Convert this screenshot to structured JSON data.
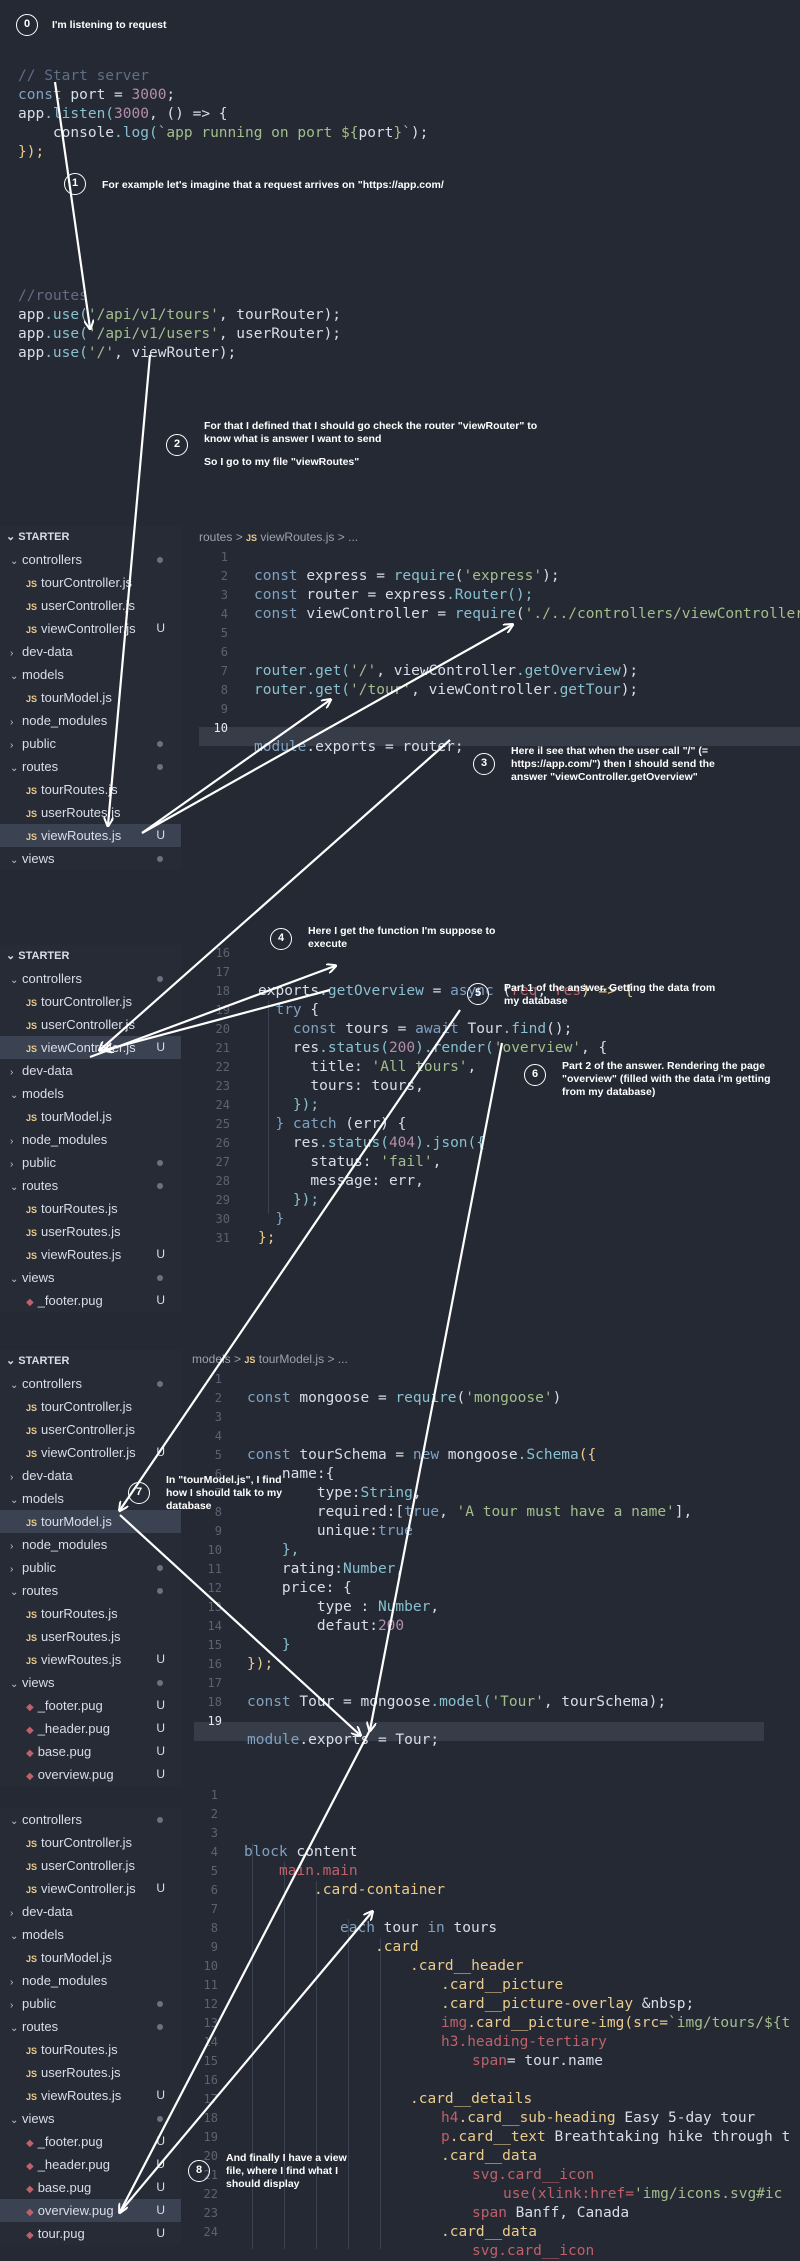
{
  "steps": [
    {
      "n": "0",
      "text": "I'm listening to request"
    },
    {
      "n": "1",
      "text": "For example let's imagine that a request arrives on \"https://app.com/"
    },
    {
      "n": "2",
      "text": "For that I defined that I should go check the router \"viewRouter\" to know what is answer I want to send",
      "text2": "So I go to my file \"viewRoutes\""
    },
    {
      "n": "3",
      "text": "Here il see that when the user call \"/\" (= https://app.com/\") then I should send the answer \"viewController.getOverview\""
    },
    {
      "n": "4",
      "text": "Here I get the function I'm suppose to execute"
    },
    {
      "n": "5",
      "text": "Part 1 of the answer. Getting the data from my database"
    },
    {
      "n": "6",
      "text": "Part 2 of the answer. Rendering the page \"overview\" (filled with the data i'm getting from my database)"
    },
    {
      "n": "7",
      "text": "In \"tourModel.js\", I find how I should talk to my database"
    },
    {
      "n": "8",
      "text": "And finally I have a view file, where I find what I should display"
    }
  ],
  "server_code": {
    "comment": "// Start server",
    "l2a": "const",
    "l2b": " port = ",
    "l2c": "3000",
    "l2d": ";",
    "l3a": "app",
    "l3b": ".listen(",
    "l3c": "3000",
    "l3d": ", () => {",
    "l4a": "    console",
    "l4b": ".log(",
    "l4c": "`app running on port ${",
    "l4d": "port",
    "l4e": "}`",
    "l4f": ");",
    "l5": "});"
  },
  "routes_code": {
    "comment": "//routes",
    "r1a": "app",
    "r1b": ".use(",
    "r1c": "'/api/v1/tours'",
    "r1d": ", tourRouter);",
    "r2a": "app",
    "r2b": ".use(",
    "r2c": "'/api/v1/users'",
    "r2d": ", userRouter);",
    "r3a": "app",
    "r3b": ".use(",
    "r3c": "'/'",
    "r3d": ", viewRouter);"
  },
  "explorer_title": "STARTER",
  "u_marker": "U",
  "explorer1": [
    "controllers",
    "tourController.js",
    "userController.js",
    "viewController.js",
    "dev-data",
    "models",
    "tourModel.js",
    "node_modules",
    "public",
    "routes",
    "tourRoutes.js",
    "userRoutes.js",
    "viewRoutes.js",
    "views"
  ],
  "explorer2": [
    "controllers",
    "tourController.js",
    "userController.js",
    "viewController.js",
    "dev-data",
    "models",
    "tourModel.js",
    "node_modules",
    "public",
    "routes",
    "tourRoutes.js",
    "userRoutes.js",
    "viewRoutes.js",
    "views",
    "_footer.pug"
  ],
  "explorer3": [
    "controllers",
    "tourController.js",
    "userController.js",
    "viewController.js",
    "dev-data",
    "models",
    "tourModel.js",
    "node_modules",
    "public",
    "routes",
    "tourRoutes.js",
    "userRoutes.js",
    "viewRoutes.js",
    "views",
    "_footer.pug",
    "_header.pug",
    "base.pug",
    "overview.pug"
  ],
  "explorer4": [
    "controllers",
    "tourController.js",
    "userController.js",
    "viewController.js",
    "dev-data",
    "models",
    "tourModel.js",
    "node_modules",
    "public",
    "routes",
    "tourRoutes.js",
    "userRoutes.js",
    "viewRoutes.js",
    "views",
    "_footer.pug",
    "_header.pug",
    "base.pug",
    "overview.pug",
    "tour.pug"
  ],
  "crumb1": {
    "a": "routes",
    "b": "viewRoutes.js",
    "c": "..."
  },
  "crumb3": {
    "a": "models",
    "b": "tourModel.js",
    "c": "..."
  },
  "viewroutes_lines": [
    "1",
    "2",
    "3",
    "4",
    "5",
    "6",
    "7",
    "8",
    "9",
    "10"
  ],
  "viewroutes": {
    "l1a": "const",
    "l1b": " express = ",
    "l1c": "require",
    "l1d": "(",
    "l1e": "'express'",
    "l1f": ");",
    "l2a": "const",
    "l2b": " router = ",
    "l2c": "express",
    "l2d": ".Router();",
    "l3a": "const",
    "l3b": " viewController = ",
    "l3c": "require",
    "l3d": "(",
    "l3e": "'./../controllers/viewController'",
    "l3f": ");",
    "l6a": "router",
    "l6b": ".get(",
    "l6c": "'/'",
    "l6d": ", viewController",
    "l6e": ".getOverview",
    "l6f": ");",
    "l7a": "router",
    "l7b": ".get(",
    "l7c": "'/tour'",
    "l7d": ", viewController",
    "l7e": ".getTour",
    "l7f": ");",
    "l10a": "module",
    "l10b": ".exports = ",
    "l10c": "router",
    "l10d": ";"
  },
  "controller_lines": [
    "16",
    "17",
    "18",
    "19",
    "20",
    "21",
    "22",
    "23",
    "24",
    "25",
    "26",
    "27",
    "28",
    "29",
    "30",
    "31"
  ],
  "controller": {
    "l17a": "exports",
    "l17b": ".getOverview",
    "l17c": " = ",
    "l17d": "async",
    "l17e": " (",
    "l17f": "req",
    "l17g": ", ",
    "l17h": "res",
    "l17i": ") => {",
    "l18a": "  try",
    "l18b": " {",
    "l19a": "    const",
    "l19b": " tours = ",
    "l19c": "await",
    "l19d": " Tour",
    "l19e": ".find",
    "l19f": "();",
    "l20a": "    res",
    "l20b": ".status(",
    "l20c": "200",
    "l20d": ").render(",
    "l20e": "'overview'",
    "l20f": ", {",
    "l21a": "      title: ",
    "l21b": "'All tours'",
    "l21c": ",",
    "l22": "      tours: tours,",
    "l23": "    });",
    "l24a": "  } ",
    "l24b": "catch",
    "l24c": " (err) {",
    "l25a": "    res",
    "l25b": ".status(",
    "l25c": "404",
    "l25d": ").json({",
    "l26a": "      status: ",
    "l26b": "'fail'",
    "l26c": ",",
    "l27": "      message: err,",
    "l28": "    });",
    "l29": "  }",
    "l30": "};"
  },
  "model_lines": [
    "1",
    "2",
    "3",
    "4",
    "5",
    "6",
    "7",
    "8",
    "9",
    "10",
    "11",
    "12",
    "13",
    "14",
    "15",
    "16",
    "17",
    "18",
    "19"
  ],
  "model": {
    "l1a": "const",
    "l1b": " mongoose = ",
    "l1c": "require",
    "l1d": "(",
    "l1e": "'mongoose'",
    "l1f": ")",
    "l4a": "const",
    "l4b": " tourSchema = ",
    "l4c": "new",
    "l4d": " mongoose",
    "l4e": ".Schema",
    "l4f": "({",
    "l5": "    name:{",
    "l6a": "        type:",
    "l6b": "String",
    "l6c": ",",
    "l7a": "        required:[",
    "l7b": "true",
    "l7c": ", ",
    "l7d": "'A tour must have a name'",
    "l7e": "],",
    "l8a": "        unique:",
    "l8b": "true",
    "l9": "    },",
    "l10a": "    rating:",
    "l10b": "Number",
    "l10c": ",",
    "l11": "    price: {",
    "l12a": "        type : ",
    "l12b": "Number",
    "l12c": ",",
    "l13a": "        defaut:",
    "l13b": "200",
    "l14": "    }",
    "l15": "});",
    "l17a": "const",
    "l17b": " Tour = ",
    "l17c": "mongoose",
    "l17d": ".model(",
    "l17e": "'Tour'",
    "l17f": ", tourSchema);",
    "l19a": "module",
    "l19b": ".exports = ",
    "l19c": "Tour",
    "l19d": ";"
  },
  "pug_lines": [
    "1",
    "2",
    "3",
    "4",
    "5",
    "6",
    "7",
    "8",
    "9",
    "10",
    "11",
    "12",
    "13",
    "14",
    "15",
    "16",
    "17",
    "18",
    "19",
    "20",
    "21",
    "22",
    "23",
    "24"
  ],
  "pug": {
    "l3a": "block",
    "l3b": " content",
    "l4": "main.main",
    "l5": ".card-container",
    "l7a": "each",
    "l7b": " tour ",
    "l7c": "in",
    "l7d": " tours",
    "l8": ".card",
    "l9": ".card__header",
    "l10": ".card__picture",
    "l11a": ".card__picture-overlay ",
    "l11b": "&nbsp;",
    "l12a": "img",
    "l12b": ".card__picture-img(src=",
    "l12c": "`img/tours/${t",
    "l13": "h3.heading-tertiary",
    "l14a": "span",
    "l14b": "= tour.name",
    "l16": ".card__details",
    "l17a": "h4",
    "l17b": ".card__sub-heading",
    "l17c": " Easy 5-day tour",
    "l18a": "p",
    "l18b": ".card__text",
    "l18c": " Breathtaking hike through t",
    "l19": ".card__data",
    "l20": "svg.card__icon",
    "l21a": "use(xlink:href=",
    "l21b": "'img/icons.svg#ic",
    "l22a": "span",
    "l22b": " Banff, Canada",
    "l23": ".card__data",
    "l24": "svg.card__icon"
  },
  "colors": {
    "bg": "#242933",
    "arrow": "#ffffff",
    "keyword": "#81a1c1",
    "function": "#88c0d0",
    "string": "#a3be8c",
    "number": "#b48ead"
  }
}
